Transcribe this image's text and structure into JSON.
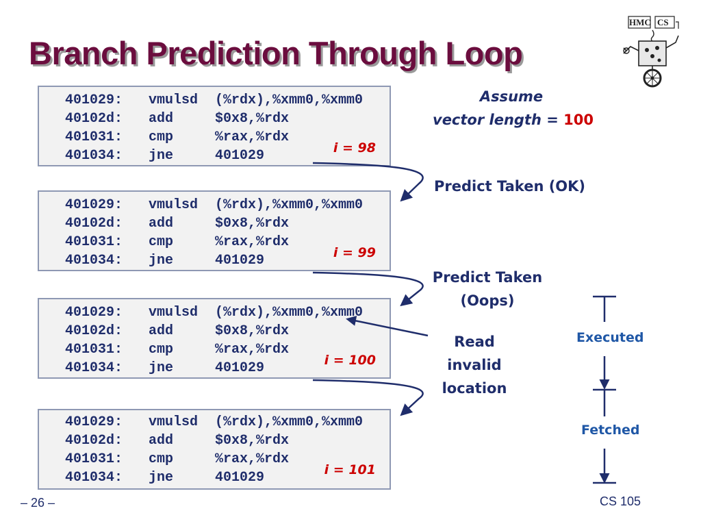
{
  "slide": {
    "title": "Branch Prediction Through Loop",
    "page_number": "– 26 –",
    "course": "CS 105",
    "logo": {
      "icon": "hmc-cs-robot-logo",
      "text_left": "HMC",
      "text_right": "CS"
    }
  },
  "code_blocks": [
    {
      "iteration_label": "i = 98",
      "lines": [
        {
          "addr": "401029:",
          "op": "vmulsd",
          "args": "(%rdx),%xmm0,%xmm0"
        },
        {
          "addr": "40102d:",
          "op": "add",
          "args": "$0x8,%rdx"
        },
        {
          "addr": "401031:",
          "op": "cmp",
          "args": "%rax,%rdx"
        },
        {
          "addr": "401034:",
          "op": "jne",
          "args": "401029"
        }
      ]
    },
    {
      "iteration_label": "i = 99",
      "lines": [
        {
          "addr": "401029:",
          "op": "vmulsd",
          "args": "(%rdx),%xmm0,%xmm0"
        },
        {
          "addr": "40102d:",
          "op": "add",
          "args": "$0x8,%rdx"
        },
        {
          "addr": "401031:",
          "op": "cmp",
          "args": "%rax,%rdx"
        },
        {
          "addr": "401034:",
          "op": "jne",
          "args": "401029"
        }
      ]
    },
    {
      "iteration_label": "i = 100",
      "lines": [
        {
          "addr": "401029:",
          "op": "vmulsd",
          "args": "(%rdx),%xmm0,%xmm0"
        },
        {
          "addr": "40102d:",
          "op": "add",
          "args": "$0x8,%rdx"
        },
        {
          "addr": "401031:",
          "op": "cmp",
          "args": "%rax,%rdx"
        },
        {
          "addr": "401034:",
          "op": "jne",
          "args": "401029"
        }
      ]
    },
    {
      "iteration_label": "i = 101",
      "lines": [
        {
          "addr": "401029:",
          "op": "vmulsd",
          "args": "(%rdx),%xmm0,%xmm0"
        },
        {
          "addr": "40102d:",
          "op": "add",
          "args": "$0x8,%rdx"
        },
        {
          "addr": "401031:",
          "op": "cmp",
          "args": "%rax,%rdx"
        },
        {
          "addr": "401034:",
          "op": "jne",
          "args": "401029"
        }
      ]
    }
  ],
  "assumption": {
    "line1": "Assume",
    "line2_prefix": "vector length = ",
    "line2_value": "100"
  },
  "annotations": {
    "predict_taken_ok": "Predict Taken (OK)",
    "predict_taken_oops_line1": "Predict Taken",
    "predict_taken_oops_line2": "(Oops)",
    "read_invalid_line1": "Read",
    "read_invalid_line2": "invalid",
    "read_invalid_line3": "location"
  },
  "legend": {
    "executed": "Executed",
    "fetched": "Fetched"
  },
  "colors": {
    "title": "#6b0d3e",
    "code_text": "#1f2d6b",
    "code_box_bg": "#f2f2f2",
    "code_box_border": "#8e98b3",
    "iteration_label": "#cc0000",
    "arrow": "#1f2d6b",
    "legend": "#1f57a6"
  }
}
